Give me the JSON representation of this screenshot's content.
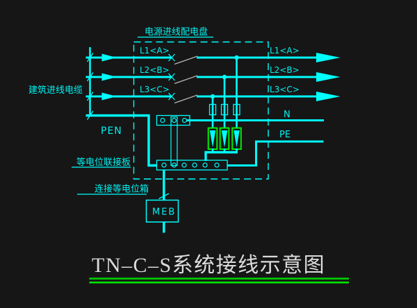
{
  "diagram": {
    "panel_label": "电源进线配电盘",
    "building_cable_label": "建筑进线电缆",
    "pen_label": "PEN",
    "bonding_board_label": "等电位联接板",
    "connect_box_label": "连接等电位箱",
    "meb_label": "MEB",
    "neutral_label": "N",
    "pe_label": "PE",
    "phases": [
      {
        "left": "L1<A>",
        "right": "L1<A>"
      },
      {
        "left": "L2<B>",
        "right": "L2<B>"
      },
      {
        "left": "L3<C>",
        "right": "L3<C>"
      }
    ],
    "title": "TN–C–S系统接线示意图",
    "colors": {
      "wire": "#00ffff",
      "spd_box": "#00ff00",
      "switch_blade": "#b0b0b0",
      "title_text": "#dcdcdc",
      "underline_top": "#00c800",
      "underline_bottom": "#00e600",
      "background": "#161616"
    }
  }
}
